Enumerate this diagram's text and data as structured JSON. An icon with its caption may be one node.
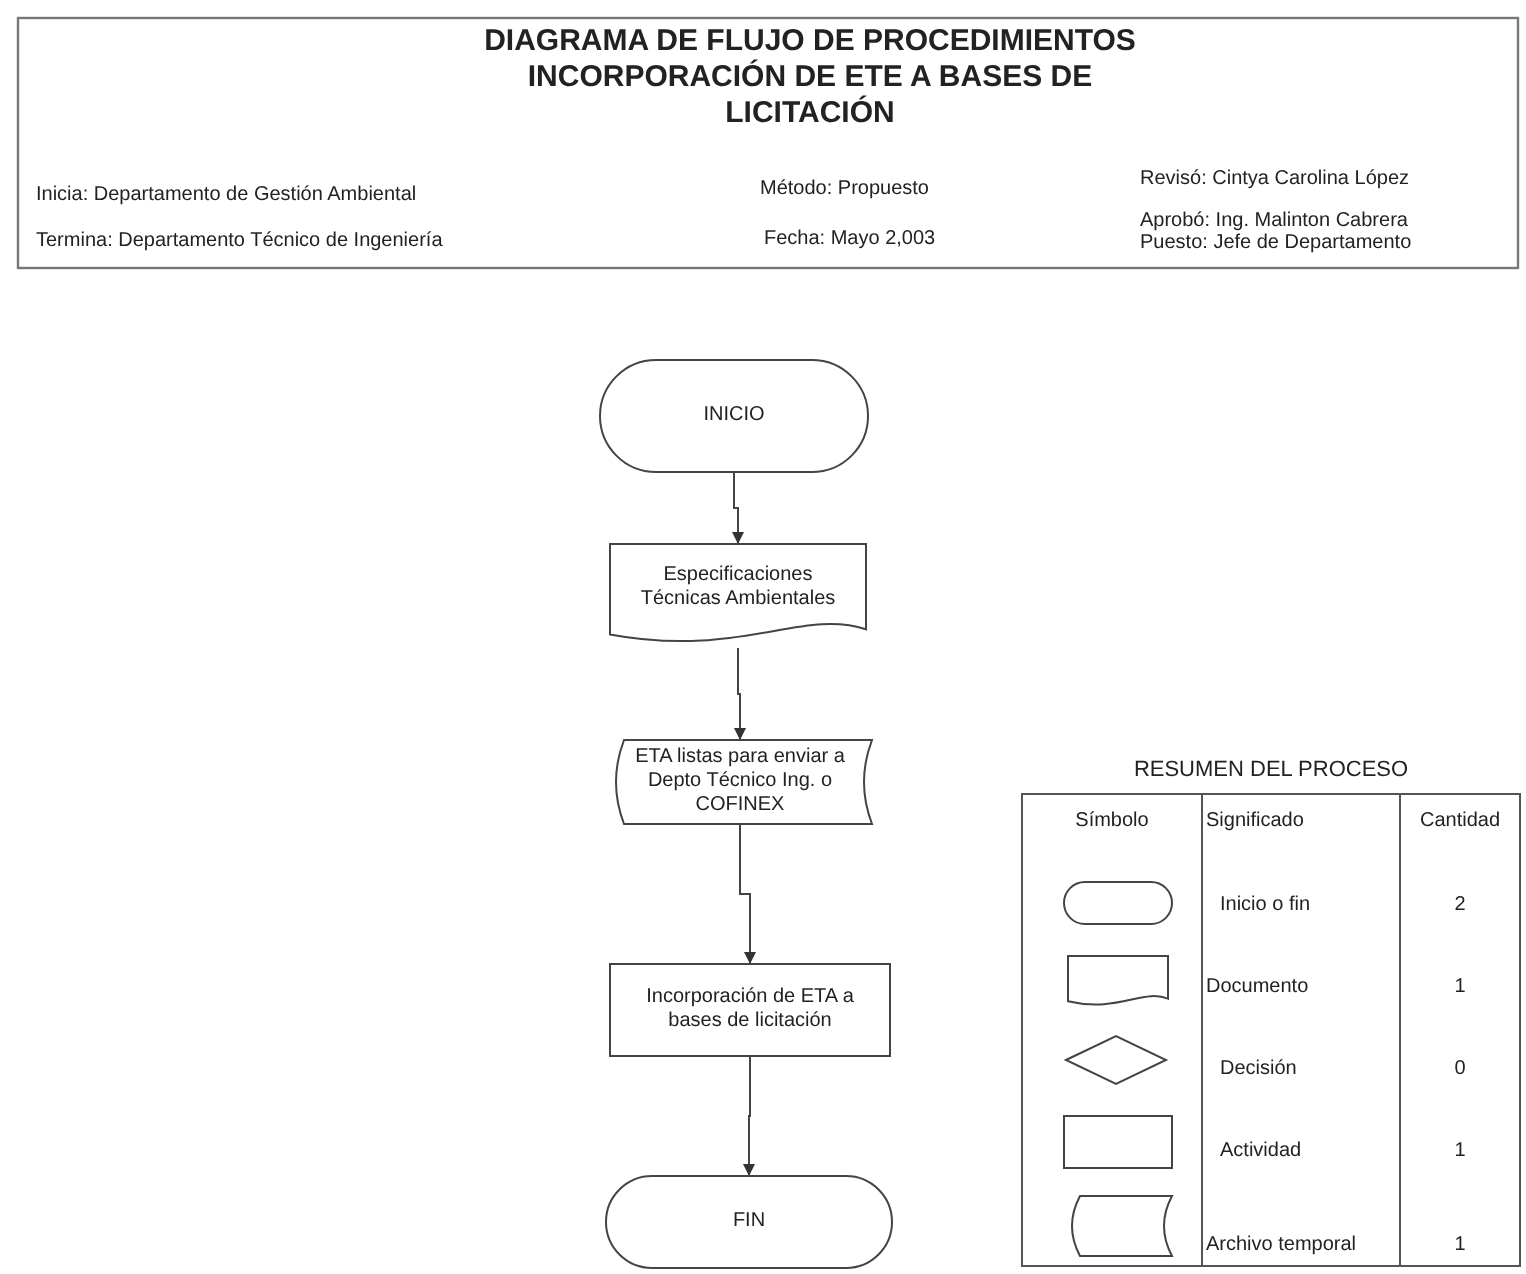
{
  "diagram": {
    "title": "DIAGRAMA DE FLUJO DE PROCEDIMIENTOS INCORPORACIÓN DE ETE A BASES DE LICITACIÓN",
    "nodes": [
      {
        "text": [
          "INICIO"
        ]
      },
      {
        "text": [
          "Especificaciones Técnicas Ambientales"
        ]
      },
      {
        "text": [
          "ETA listas para enviar a Depto Técnico Ing. o COFINEX"
        ]
      },
      {
        "text": [
          "Incorporación de ETA a bases de licitación"
        ]
      },
      {
        "text": [
          "FIN"
        ]
      }
    ],
    "edges": [
      {
        "from": 0,
        "to": 1,
        "arrow": "to"
      },
      {
        "from": 1,
        "to": 2,
        "arrow": "to"
      },
      {
        "from": 2,
        "to": 3,
        "arrow": "to"
      },
      {
        "from": 3,
        "to": 4,
        "arrow": "to"
      }
    ],
    "labels": [
      "Inicia: Departamento de Gestión Ambiental",
      "Método: Propuesto",
      "Revisó: Cintya Carolina López",
      "Aprobó: Ing. Malinton Cabrera",
      "Termina: Departamento Técnico de Ingeniería",
      "Fecha: Mayo 2,003",
      "Puesto: Jefe de Departamento",
      "RESUMEN DEL PROCESO",
      "Símbolo",
      "Significado",
      "Cantidad",
      "Inicio o fin",
      "2",
      "Documento",
      "1",
      "Decisión",
      "0",
      "Actividad",
      "1",
      "Archivo temporal",
      "1"
    ]
  }
}
